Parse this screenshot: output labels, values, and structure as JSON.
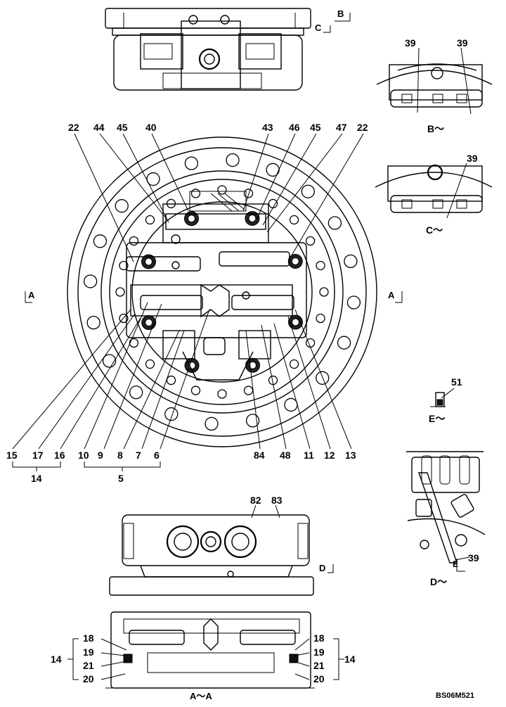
{
  "main_view": {
    "callouts_top": [
      "22",
      "44",
      "45",
      "40",
      "43",
      "46",
      "45",
      "47",
      "22"
    ],
    "callouts_bottom": [
      "15",
      "17",
      "16",
      "10",
      "9",
      "8",
      "7",
      "6",
      "84",
      "48",
      "11",
      "12",
      "13"
    ],
    "group_labels": {
      "left": "14",
      "center": "5"
    },
    "section_marks": {
      "left": "A",
      "right": "A"
    }
  },
  "top_view": {
    "mark_c": "C",
    "mark_b": "B"
  },
  "detail_b": {
    "callout_left": "39",
    "callout_right": "39",
    "caption": "B～"
  },
  "detail_c": {
    "callout": "39",
    "caption": "C～"
  },
  "detail_e": {
    "callout": "51",
    "caption": "E～"
  },
  "detail_d": {
    "callout": "39",
    "letter": "E",
    "caption": "D～"
  },
  "mid_view": {
    "callout_left": "82",
    "callout_right": "83",
    "mark_d": "D"
  },
  "section_view": {
    "left_callouts": [
      "18",
      "19",
      "21",
      "20"
    ],
    "right_callouts": [
      "18",
      "19",
      "21",
      "20"
    ],
    "group_left": "14",
    "group_right": "14",
    "caption": "A～A"
  },
  "drawing_code": "BS06M521"
}
